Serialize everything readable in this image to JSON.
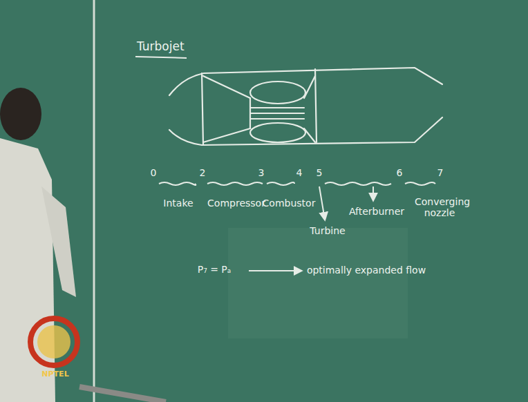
{
  "diagram": {
    "title": "Turbojet",
    "labels": [
      "0",
      "2",
      "3",
      "4",
      "5",
      "6",
      "7",
      "Intake",
      "Compressor",
      "Combustor",
      "Turbine",
      "Afterburner",
      "Converging nozzle",
      "P₇ = Pₐ",
      "optimally expanded flow",
      "NPTEL"
    ]
  }
}
